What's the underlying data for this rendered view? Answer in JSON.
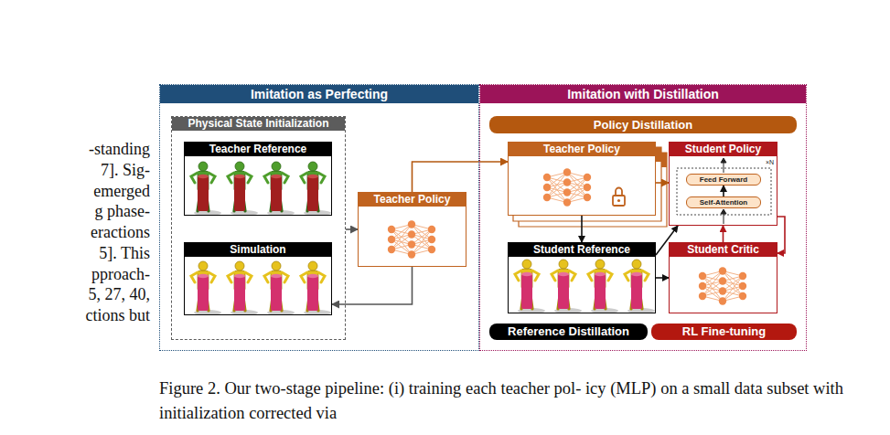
{
  "diagram": {
    "caption": "Figure 2. Our two-stage pipeline: (i) training each teacher pol- icy (MLP) on a small data subset with initialization corrected via",
    "nodes": [
      {
        "text": [
          "Imitation as Perfecting"
        ]
      },
      {
        "text": [
          "Physical State Initialization"
        ],
        "in": 0
      },
      {
        "text": [
          "Teacher Reference"
        ],
        "in": 1
      },
      {
        "text": [
          "Simulation"
        ],
        "in": 1
      },
      {
        "text": [
          "Teacher Policy"
        ],
        "in": 0
      },
      {
        "text": [
          "Imitation with Distillation"
        ]
      },
      {
        "text": [
          "Policy Distillation"
        ],
        "in": 5
      },
      {
        "text": [
          "Teacher Policy"
        ],
        "in": 5
      },
      {
        "text": [
          "Student Policy"
        ],
        "in": 5
      },
      {
        "text": [
          "Feed Forward"
        ],
        "in": 8
      },
      {
        "text": [
          "Self-Attention"
        ],
        "in": 8
      },
      {
        "text": [
          "Student Reference"
        ],
        "in": 5
      },
      {
        "text": [
          "Student Critic"
        ],
        "in": 5
      },
      {
        "text": [
          "Reference Distillation"
        ],
        "in": 5
      },
      {
        "text": [
          "RL Fine-tuning"
        ],
        "in": 5
      }
    ],
    "edges": [
      {
        "from": 1,
        "to": 4,
        "arrow": "to"
      },
      {
        "from": 4,
        "to": 7,
        "arrow": "to"
      },
      {
        "from": 4,
        "to": 3,
        "arrow": "to"
      },
      {
        "from": 7,
        "to": 8,
        "arrow": "to"
      },
      {
        "from": 7,
        "to": 11,
        "arrow": "to"
      },
      {
        "from": 11,
        "to": 8,
        "arrow": "to"
      },
      {
        "from": 11,
        "to": 12,
        "arrow": "to"
      },
      {
        "from": 12,
        "to": 8,
        "arrow": "to"
      },
      {
        "from": 8,
        "to": 12,
        "arrow": "to"
      },
      {
        "from": 10,
        "to": 9,
        "arrow": "to"
      }
    ],
    "labels": [
      "-standing",
      "7]. Sig-",
      "emerged",
      "g phase-",
      "eractions",
      "5]. This",
      "pproach-",
      "5, 27, 40,",
      "ctions but",
      "×N"
    ]
  }
}
